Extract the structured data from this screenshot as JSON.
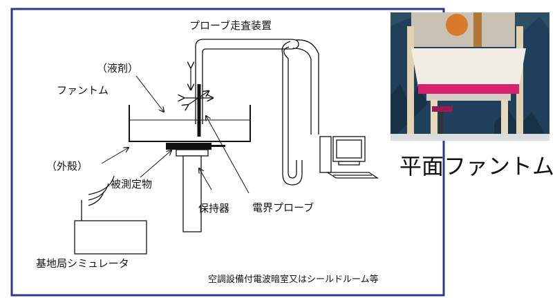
{
  "diagram": {
    "probe_scanner": "プローブ走査装置",
    "liquid": "（液剤）",
    "phantom": "ファントム",
    "shell": "（外殻）",
    "dut": "被測定物",
    "holder": "保持器",
    "e_field_probe": "電界プローブ",
    "base_station_simulator": "基地局シミュレータ",
    "room_note": "空調設備付電波暗室又はシールドルーム等"
  },
  "photo": {
    "caption": "平面ファントム"
  },
  "colors": {
    "frame_border": "#2d3a8c",
    "phantom_rim": "#d6246e",
    "anechoic_blue": "#1f3f5a"
  }
}
